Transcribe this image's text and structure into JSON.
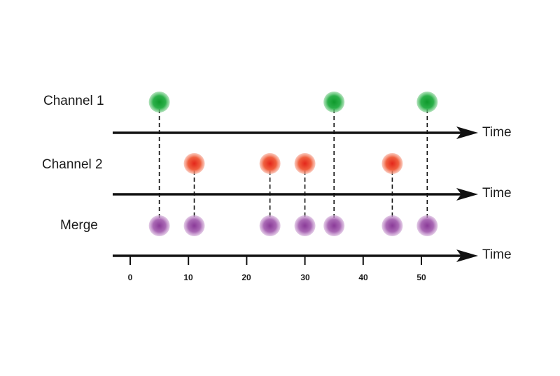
{
  "rows": [
    {
      "label": "Channel 1",
      "color": "#1fa83a",
      "events": [
        5,
        35,
        51
      ]
    },
    {
      "label": "Channel 2",
      "color": "#ee3b1e",
      "events": [
        11,
        24,
        30,
        45
      ]
    },
    {
      "label": "Merge",
      "color": "#9a4ea6",
      "events": [
        5,
        11,
        24,
        30,
        35,
        45,
        51
      ]
    }
  ],
  "axis": {
    "label": "Time",
    "ticks": [
      "0",
      "10",
      "20",
      "30",
      "40",
      "50"
    ]
  },
  "labels": {
    "row1": "Channel 1",
    "row2": "Channel 2",
    "row3": "Merge",
    "time1": "Time",
    "time2": "Time",
    "time3": "Time",
    "tick0": "0",
    "tick1": "10",
    "tick2": "20",
    "tick3": "30",
    "tick4": "40",
    "tick5": "50"
  }
}
